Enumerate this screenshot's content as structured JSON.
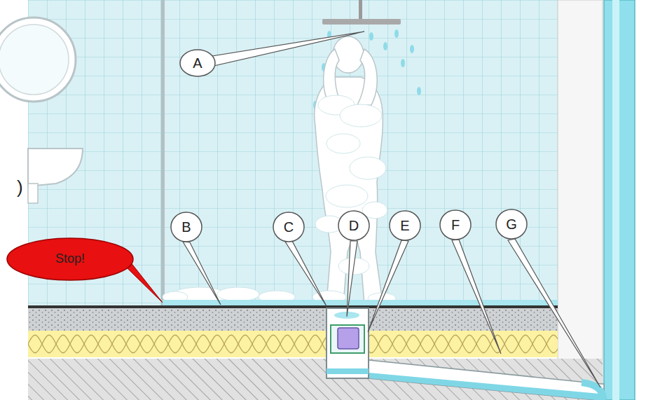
{
  "diagram": {
    "nodes": [
      {
        "text": [
          "A"
        ]
      },
      {
        "text": [
          "B"
        ]
      },
      {
        "text": [
          "C"
        ]
      },
      {
        "text": [
          "D"
        ]
      },
      {
        "text": [
          "E"
        ]
      },
      {
        "text": [
          "F"
        ]
      },
      {
        "text": [
          "G"
        ]
      },
      {
        "text": [
          "Stop!"
        ]
      }
    ],
    "labels": [
      ")"
    ]
  }
}
